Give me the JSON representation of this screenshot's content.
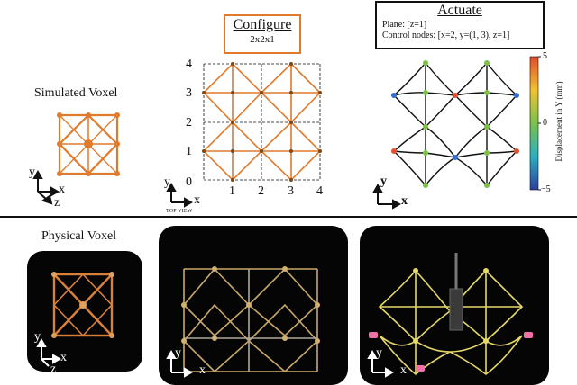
{
  "top": {
    "simulated_label": "Simulated Voxel",
    "configure": {
      "title": "Configure",
      "size": "2x2x1",
      "top_view": "TOP VIEW",
      "x_ticks": [
        "0",
        "1",
        "2",
        "3",
        "4"
      ],
      "y_ticks": [
        "1",
        "2",
        "3",
        "4"
      ]
    },
    "actuate": {
      "title": "Actuate",
      "plane": "Plane: [z=1]",
      "control": "Control nodes: [x=2, y=(1, 3), z=1]",
      "colorbar_label": "Displacement in Y (mm)",
      "colorbar_ticks": [
        "5",
        "0",
        "−5"
      ]
    }
  },
  "bottom": {
    "physical_label": "Physical Voxel"
  },
  "axes": {
    "x": "x",
    "y": "y",
    "z": "z"
  },
  "colors": {
    "orange": "#E07A2C",
    "node_green": "#7CC242",
    "node_blue": "#2F6FD6",
    "node_red": "#E8502A"
  }
}
